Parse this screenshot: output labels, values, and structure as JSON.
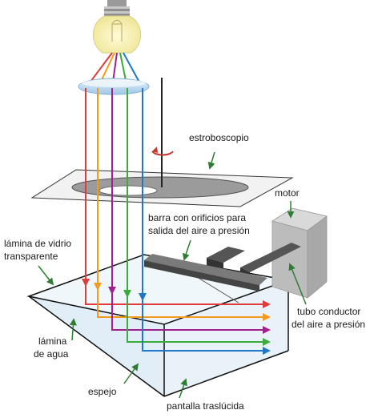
{
  "labels": {
    "estroboscopio": "estroboscopio",
    "motor": "motor",
    "barra_line1": "barra con orificios para",
    "barra_line2": "salida del aire a presión",
    "lamina_vidrio_line1": "lámina de vidrio",
    "lamina_vidrio_line2": "transparente",
    "lamina_agua_line1": "lámina",
    "lamina_agua_line2": "de agua",
    "espejo": "espejo",
    "tubo_line1": "tubo conductor",
    "tubo_line2": "del aire a presión",
    "pantalla": "pantalla traslúcida"
  },
  "colors": {
    "ray_red": "#e03a3a",
    "ray_orange": "#f39a1c",
    "ray_purple": "#a0208e",
    "ray_green": "#3bab3a",
    "ray_blue": "#1f78c8",
    "leader_green": "#2e7d32",
    "rotation_arrow": "#c0392b"
  },
  "icons": {
    "bulb": "light-bulb-icon",
    "lens": "lens-icon",
    "rotation": "rotation-arrow-icon"
  }
}
